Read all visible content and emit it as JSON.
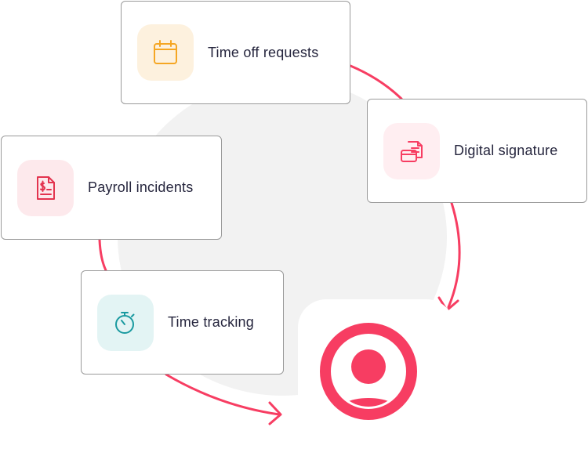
{
  "colors": {
    "accent": "#f73d62",
    "background_circle": "#f2f2f2",
    "card_border": "#9a9a9a",
    "text": "#25253d"
  },
  "cards": [
    {
      "id": "timeoff",
      "label": "Time off requests",
      "icon": "calendar-icon",
      "icon_color": "#f5a623",
      "tile_color": "#fdf1de"
    },
    {
      "id": "digital",
      "label": "Digital signature",
      "icon": "document-signature-icon",
      "icon_color": "#f73d62",
      "tile_color": "#ffeef1"
    },
    {
      "id": "payroll",
      "label": "Payroll incidents",
      "icon": "payroll-document-icon",
      "icon_color": "#e3344f",
      "tile_color": "#fde9ec"
    },
    {
      "id": "timetrack",
      "label": "Time tracking",
      "icon": "stopwatch-icon",
      "icon_color": "#1a9aa0",
      "tile_color": "#e3f4f4"
    }
  ],
  "center": {
    "icon": "user-avatar-icon"
  }
}
